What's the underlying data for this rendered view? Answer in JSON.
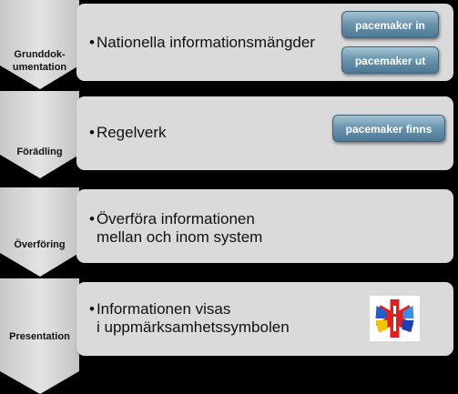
{
  "stages": [
    {
      "label_lines": [
        "Grunddok-",
        "umentation"
      ],
      "text_lines": [
        "Nationella informationsmängder"
      ]
    },
    {
      "label_lines": [
        "Förädling"
      ],
      "text_lines": [
        "Regelverk"
      ]
    },
    {
      "label_lines": [
        "Överföring"
      ],
      "text_lines": [
        "Överföra informationen",
        "mellan och inom system"
      ]
    },
    {
      "label_lines": [
        "Presentation"
      ],
      "text_lines": [
        "Informationen visas",
        "i uppmärksamhetssymbolen"
      ]
    }
  ],
  "buttons": {
    "pacemaker_in": "pacemaker in",
    "pacemaker_ut": "pacemaker ut",
    "pacemaker_finns": "pacemaker finns"
  },
  "bullet": "•",
  "colors": {
    "background": "#000000",
    "chevron": "#d4d4d4",
    "card": "#dadada",
    "button": "#6d97b0"
  }
}
